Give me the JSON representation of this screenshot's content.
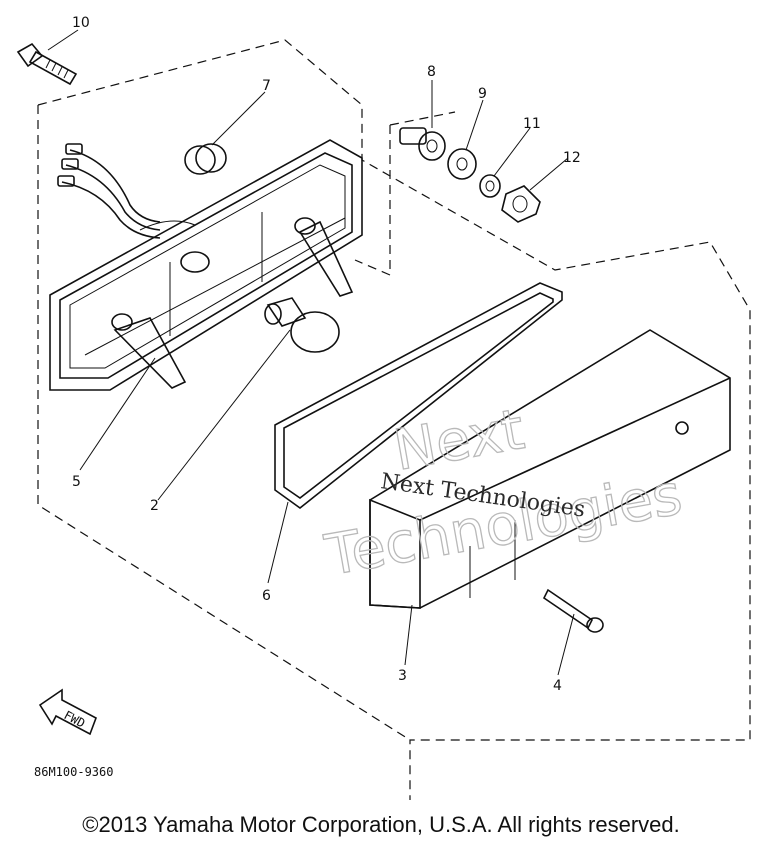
{
  "diagram": {
    "callouts": [
      {
        "id": "1",
        "label": "10"
      },
      {
        "id": "2",
        "label": "7"
      },
      {
        "id": "3",
        "label": "8"
      },
      {
        "id": "4",
        "label": "9"
      },
      {
        "id": "5",
        "label": "11"
      },
      {
        "id": "6",
        "label": "12"
      },
      {
        "id": "7",
        "label": "5"
      },
      {
        "id": "8",
        "label": "2"
      },
      {
        "id": "9",
        "label": "6"
      },
      {
        "id": "10",
        "label": "3"
      },
      {
        "id": "11",
        "label": "4"
      }
    ],
    "fwd_label": "FWD",
    "reference_code": "86M100-9360",
    "watermark_large": [
      "Next",
      "Technologies"
    ],
    "watermark_small": "Next Technologies"
  },
  "footer": {
    "copyright": "©2013 Yamaha Motor Corporation, U.S.A. All rights reserved."
  },
  "colors": {
    "line": "#111111",
    "watermark": "#b9b9b9",
    "background": "#ffffff"
  }
}
